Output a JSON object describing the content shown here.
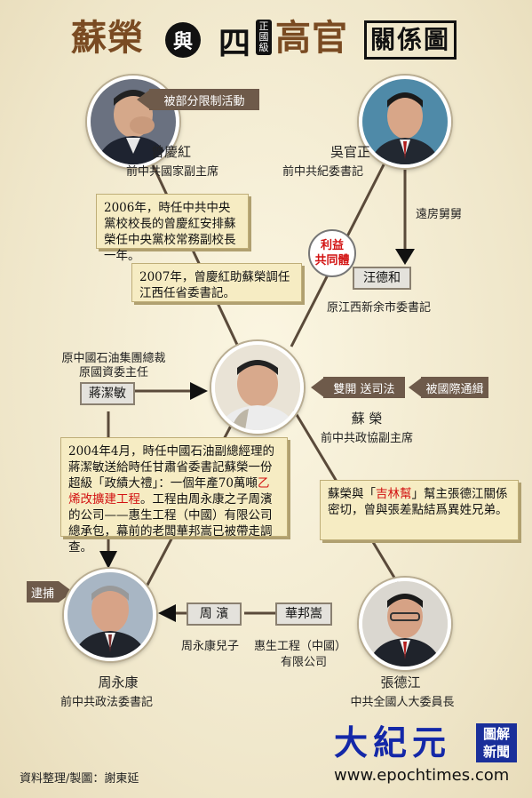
{
  "title": {
    "su_rong": "蘇榮",
    "yu": "與",
    "si": "四",
    "level": "正國級",
    "gaoguan": "高官",
    "relation": "關係圖"
  },
  "people": {
    "zeng": {
      "name": "曾慶紅",
      "title": "前中共國家副主席"
    },
    "wu": {
      "name": "吳官正",
      "title": "前中共紀委書記"
    },
    "su": {
      "name": "蘇  榮",
      "title": "前中共政協副主席"
    },
    "zhou": {
      "name": "周永康",
      "title": "前中共政法委書記"
    },
    "zhang": {
      "name": "張德江",
      "title": "中共全國人大委員長"
    }
  },
  "tags": {
    "restricted": "被部分限制活動",
    "wanted": "被國際通緝",
    "arrested": "逮捕"
  },
  "labels": {
    "double_expel": "雙開  送司法",
    "distant_uncle": "遠房舅舅",
    "interest_1": "利益",
    "interest_2": "共同體",
    "wang_box": "汪德和",
    "wang_title": "原江西新余市委書記",
    "jiang_box": "蔣潔敏",
    "jiang_title_1": "原中國石油集團總裁",
    "jiang_title_2": "原國資委主任",
    "zhou_bin_box": "周  濱",
    "hua_box": "華邦嵩",
    "zhou_bin_desc": "周永康兒子",
    "company_desc_1": "惠生工程（中國）",
    "company_desc_2": "有限公司"
  },
  "notes": {
    "n2006": "2006年，時任中共中央黨校校長的曾慶紅安排蘇榮任中央黨校常務副校長一年。",
    "n2007": "2007年，曾慶紅助蘇榮調任江西任省委書記。",
    "n2004_a": "2004年4月，時任中國石油副總經理的蔣潔敏送給時任甘肅省委書記蘇榮一份超級「政績大禮」：一個年產70萬噸",
    "n2004_red": "乙烯改擴建工程",
    "n2004_b": "。工程由周永康之子周濱的公司——惠生工程（中國）有限公司總承包，幕前的老闆華邦嵩已被帶走調查。",
    "nzhang_a": "蘇榮與「",
    "nzhang_red": "吉林幫",
    "nzhang_b": "」幫主張德江關係密切，曾與張差點結爲異姓兄弟。"
  },
  "footer": {
    "credit": "資料整理/製圖：謝東延",
    "brand": "大紀元",
    "badge_1": "圖解",
    "badge_2": "新聞",
    "url": "www.epochtimes.com"
  }
}
